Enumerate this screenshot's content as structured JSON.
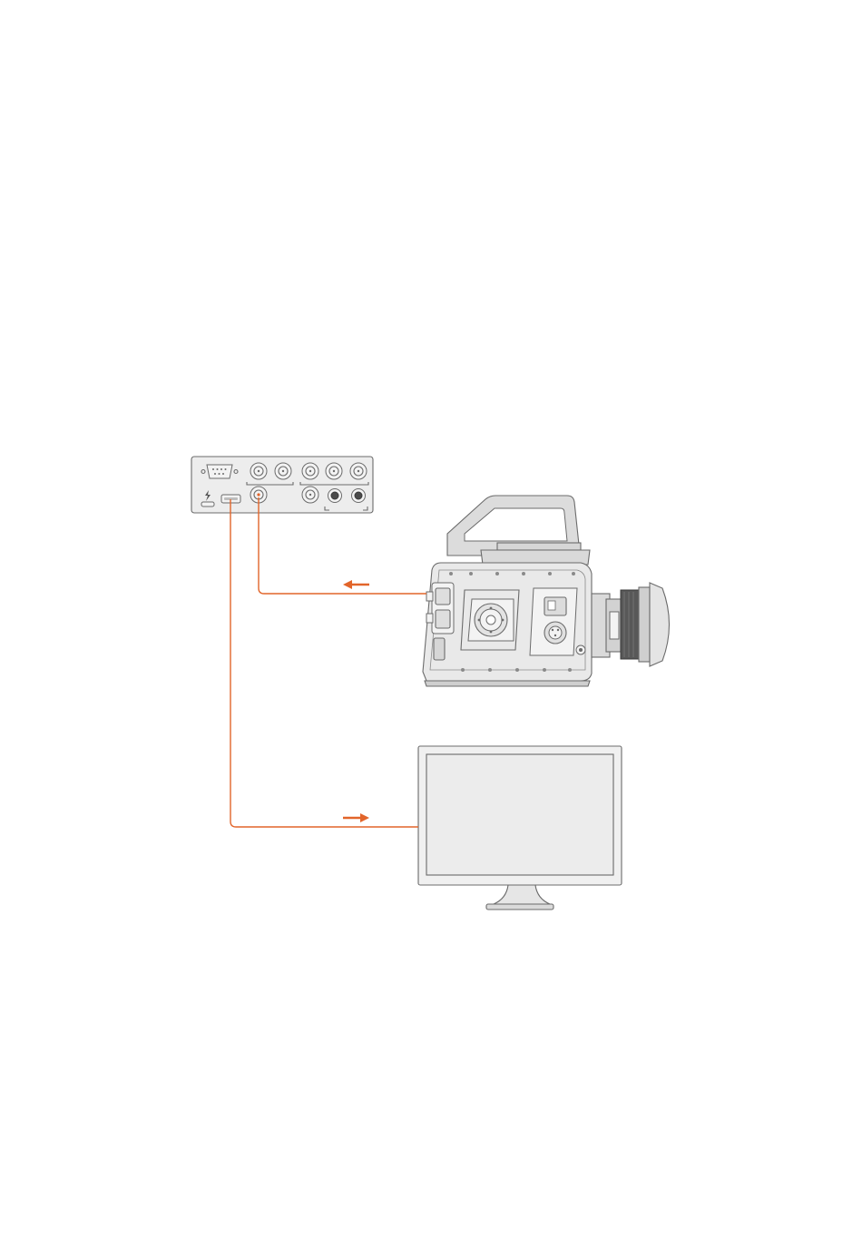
{
  "colors": {
    "cable": "#e2652a",
    "device_outline": "#6b6b6b",
    "device_fill": "#e9e9e9",
    "background": "#ffffff"
  },
  "devices": {
    "interface": {
      "icon": "io-interface-icon"
    },
    "camera": {
      "icon": "cinema-camera-icon"
    },
    "monitor": {
      "icon": "display-monitor-icon"
    }
  },
  "connections": [
    {
      "from": "camera",
      "to": "interface",
      "direction": "left"
    },
    {
      "from": "interface",
      "to": "monitor",
      "direction": "right"
    }
  ]
}
